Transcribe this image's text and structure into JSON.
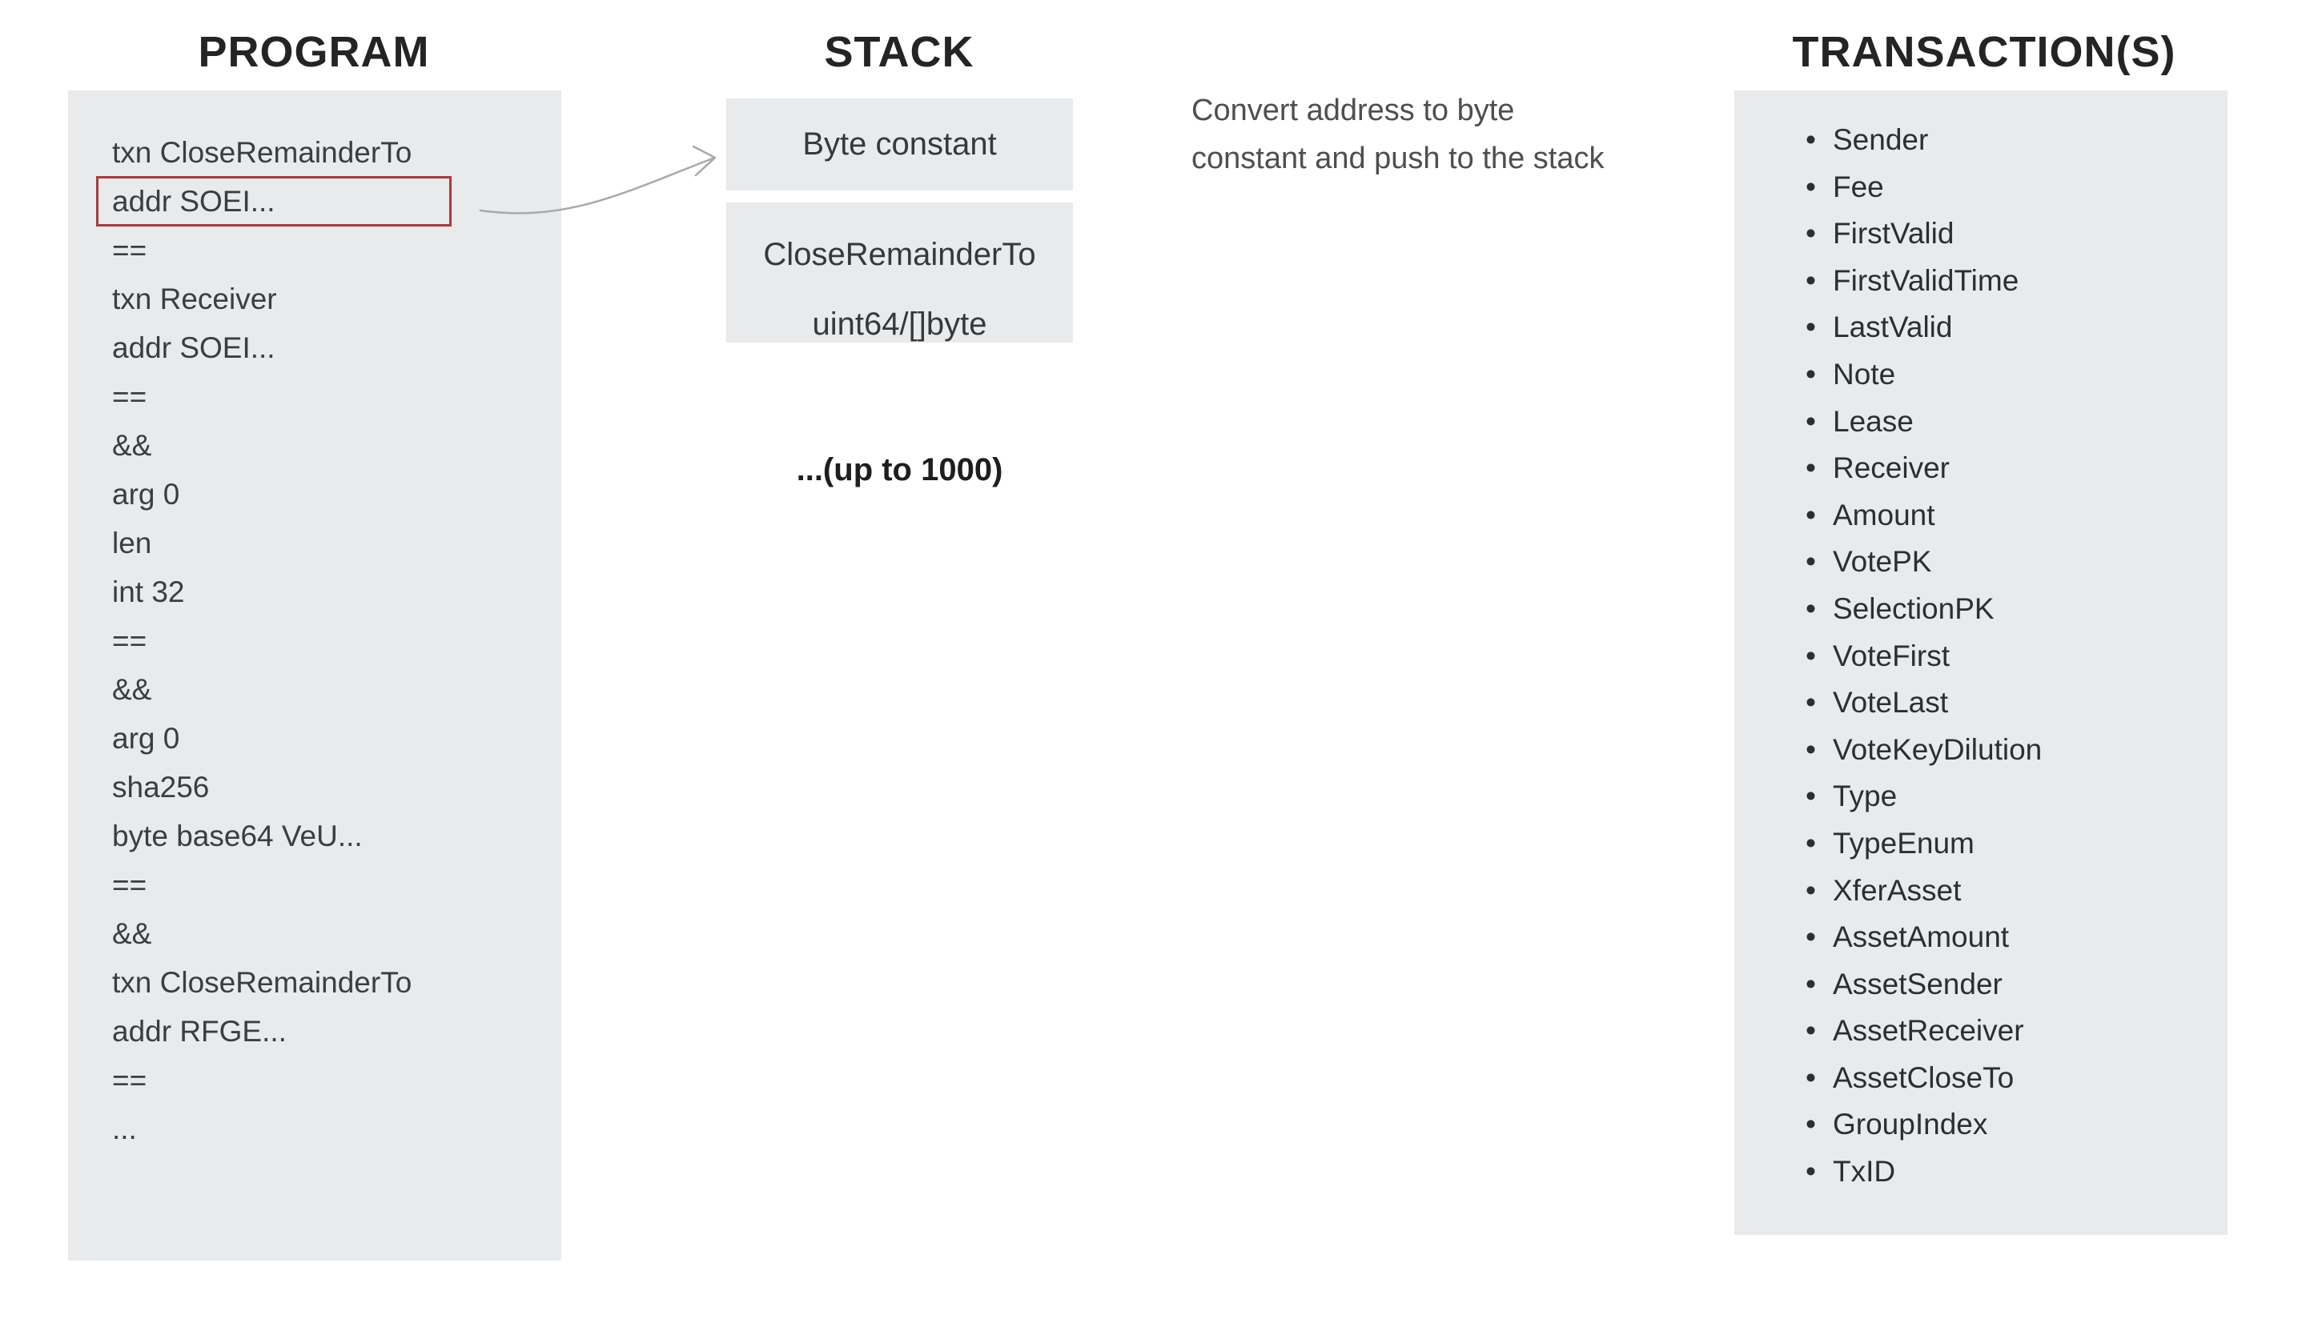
{
  "columns": {
    "program": {
      "title": "PROGRAM",
      "lines": [
        "txn CloseRemainderTo",
        "addr SOEI...",
        "==",
        "txn Receiver",
        "addr SOEI...",
        "==",
        "&&",
        "arg 0",
        "len",
        "int 32",
        "==",
        "&&",
        "arg 0",
        "sha256",
        "byte base64 VeU...",
        "==",
        "&&",
        "txn CloseRemainderTo",
        "addr RFGE...",
        "==",
        "..."
      ],
      "highlighted_line": "addr SOEI...",
      "highlighted_index": 1
    },
    "stack": {
      "title": "STACK",
      "boxes": [
        "Byte constant",
        "CloseRemainderTo",
        "uint64/[]byte"
      ],
      "note": "...(up to 1000)"
    },
    "annotation": "Convert address to byte\nconstant and push to the stack",
    "transactions": {
      "title": "TRANSACTION(S)",
      "bullet": "•",
      "fields": [
        "Sender",
        "Fee",
        "FirstValid",
        "FirstValidTime",
        "LastValid",
        "Note",
        "Lease",
        "Receiver",
        "Amount",
        "VotePK",
        "SelectionPK",
        "VoteFirst",
        "VoteLast",
        "VoteKeyDilution",
        "Type",
        "TypeEnum",
        "XferAsset",
        "AssetAmount",
        "AssetSender",
        "AssetReceiver",
        "AssetCloseTo",
        "GroupIndex",
        "TxID"
      ]
    }
  },
  "colors": {
    "background": "#ffffff",
    "panel_bg": "#e8eaec",
    "highlight_border": "#a93a3e",
    "arrow": "#a9a9a9",
    "title_text": "#232426",
    "body_text": "#3b3d3f"
  }
}
